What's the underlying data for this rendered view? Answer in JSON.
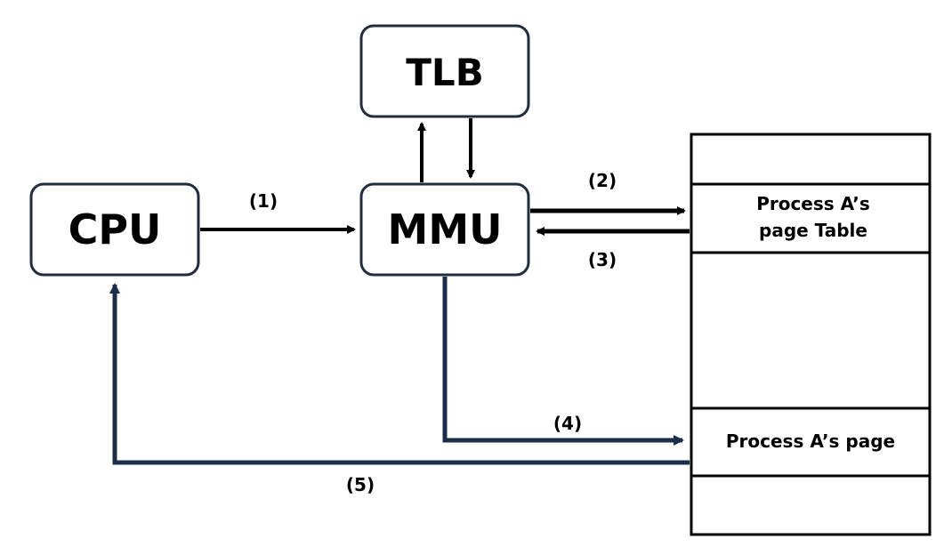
{
  "boxes": {
    "tlb": "TLB",
    "cpu": "CPU",
    "mmu": "MMU"
  },
  "steps": {
    "s1": "(1)",
    "s2": "(2)",
    "s3": "(3)",
    "s4": "(4)",
    "s5": "(5)"
  },
  "memory": {
    "page_table_line1": "Process A’s",
    "page_table_line2": "page Table",
    "page": "Process A’s page"
  },
  "colors": {
    "black": "#000000",
    "navy": "#1a2e4a",
    "box_border": "#1f2d3d"
  }
}
